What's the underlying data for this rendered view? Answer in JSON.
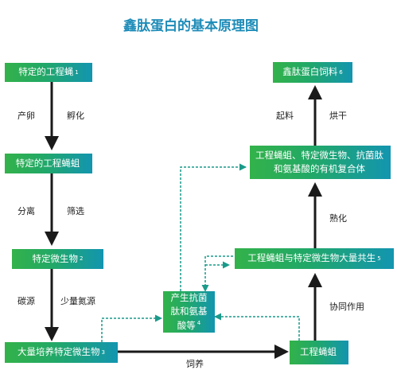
{
  "title": "鑫肽蛋白的基本原理图",
  "boxes": {
    "b1": {
      "text": "特定的工程蝇",
      "note": "1"
    },
    "b2": {
      "text": "特定的工程蝇蛆",
      "note": ""
    },
    "b3": {
      "text": "特定微生物",
      "note": "2"
    },
    "b4": {
      "text": "大量培养特定微生物",
      "note": "3"
    },
    "b5": {
      "text": "产生抗菌肽和氨基酸等",
      "note": "4"
    },
    "b6": {
      "text": "工程蝇蛆",
      "note": ""
    },
    "b7": {
      "text": "工程蝇蛆与特定微生物大量共生",
      "note": "5"
    },
    "b8": {
      "text": "工程蝇蛆、特定微生物、抗菌肽和氨基酸的有机复合体",
      "note": ""
    },
    "b9": {
      "text": "鑫肽蛋白饲料",
      "note": "6"
    }
  },
  "labels": {
    "l1": "产卵",
    "l2": "孵化",
    "l3": "分离",
    "l4": "筛选",
    "l5": "碳源",
    "l6": "少量氮源",
    "l7": "饲养",
    "l8": "协同作用",
    "l9": "熟化",
    "l10": "起料",
    "l11": "烘干"
  },
  "colors": {
    "arrow_main": "#1a1a1a",
    "arrow_dashed": "#1a9a8a",
    "title": "#1e8cb8"
  }
}
